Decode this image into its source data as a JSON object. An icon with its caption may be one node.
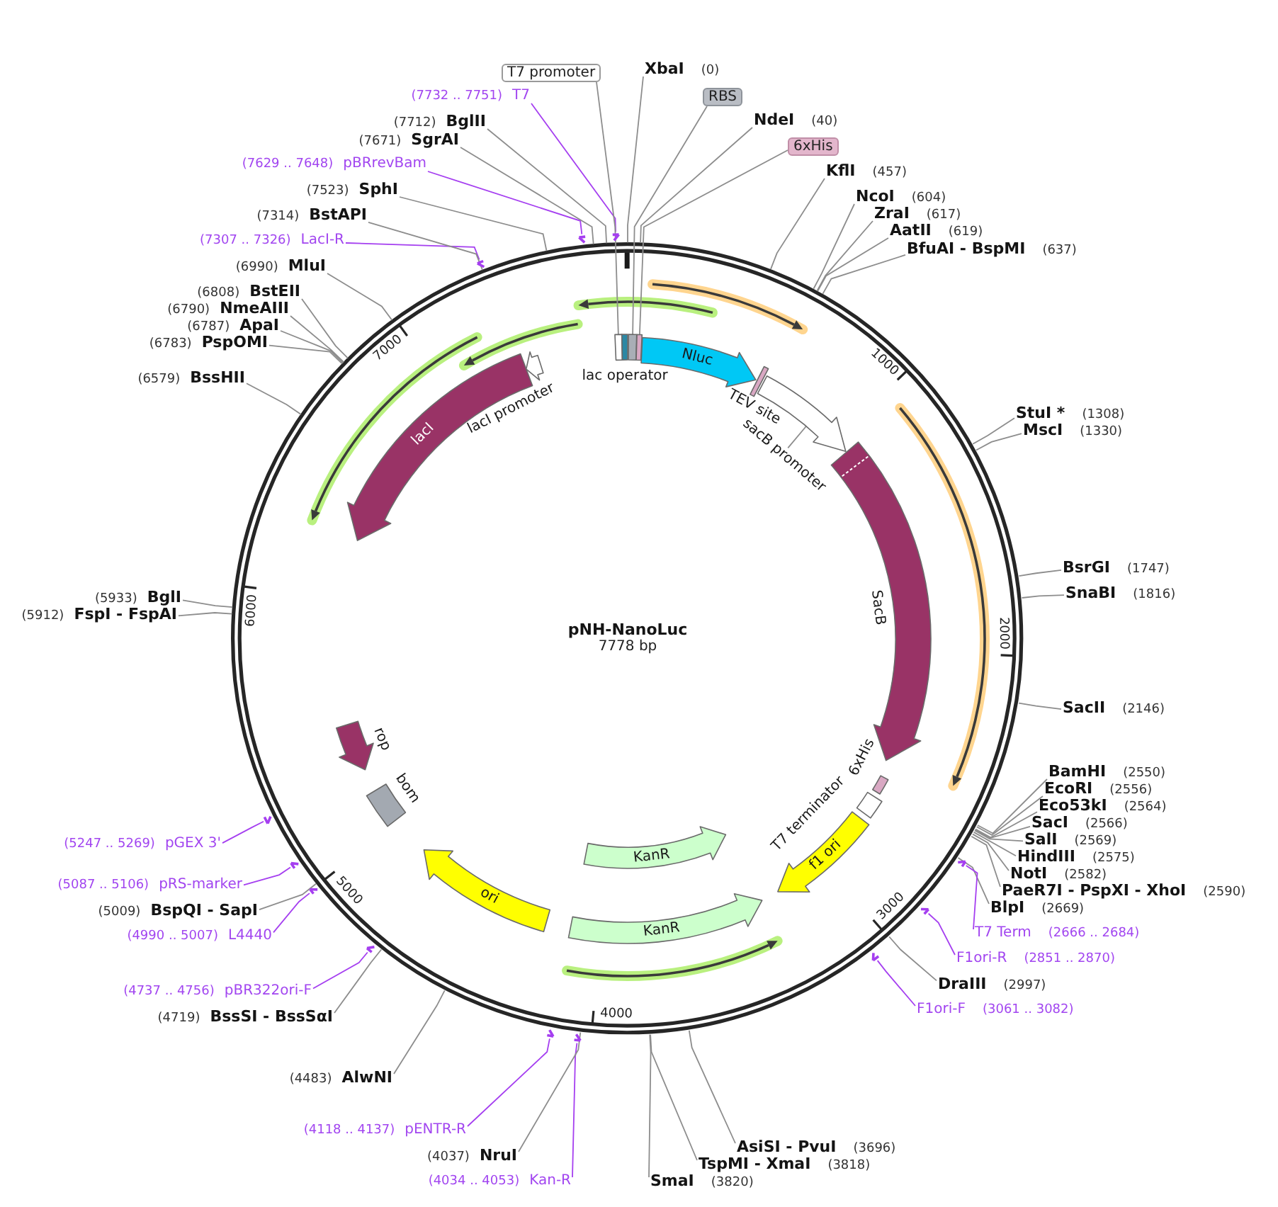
{
  "diagram": {
    "title": "pNH-NanoLuc",
    "nodes": [
      {
        "text": [
          "T7 promoter"
        ]
      },
      {
        "text": [
          "XbaI",
          "(0)"
        ]
      },
      {
        "text": [
          "RBS"
        ]
      },
      {
        "text": [
          "NdeI",
          "(40)"
        ]
      },
      {
        "text": [
          "6xHis"
        ]
      },
      {
        "text": [
          "KflI",
          "(457)"
        ]
      },
      {
        "text": [
          "NcoI",
          "(604)"
        ]
      },
      {
        "text": [
          "ZraI",
          "(617)"
        ]
      },
      {
        "text": [
          "AatII",
          "(619)"
        ]
      },
      {
        "text": [
          "BfuAI - BspMI",
          "(637)"
        ]
      },
      {
        "text": [
          "StuI *",
          "(1308)"
        ]
      },
      {
        "text": [
          "MscI",
          "(1330)"
        ]
      },
      {
        "text": [
          "BsrGI",
          "(1747)"
        ]
      },
      {
        "text": [
          "SnaBI",
          "(1816)"
        ]
      },
      {
        "text": [
          "SacII",
          "(2146)"
        ]
      },
      {
        "text": [
          "BamHI",
          "(2550)"
        ]
      },
      {
        "text": [
          "EcoRI",
          "(2556)"
        ]
      },
      {
        "text": [
          "Eco53kI",
          "(2564)"
        ]
      },
      {
        "text": [
          "SacI",
          "(2566)"
        ]
      },
      {
        "text": [
          "SalI",
          "(2569)"
        ]
      },
      {
        "text": [
          "HindIII",
          "(2575)"
        ]
      },
      {
        "text": [
          "NotI",
          "(2582)"
        ]
      },
      {
        "text": [
          "PaeR7I - PspXI - XhoI",
          "(2590)"
        ]
      },
      {
        "text": [
          "BlpI",
          "(2669)"
        ]
      },
      {
        "text": [
          "T7 Term",
          "(2666 .. 2684)"
        ]
      },
      {
        "text": [
          "F1ori-R",
          "(2851 .. 2870)"
        ]
      },
      {
        "text": [
          "DraIII",
          "(2997)"
        ]
      },
      {
        "text": [
          "F1ori-F",
          "(3061 .. 3082)"
        ]
      },
      {
        "text": [
          "AsiSI - PvuI",
          "(3696)"
        ]
      },
      {
        "text": [
          "TspMI - XmaI",
          "(3818)"
        ]
      },
      {
        "text": [
          "SmaI",
          "(3820)"
        ]
      },
      {
        "text": [
          "(4034 .. 4053)",
          "Kan-R"
        ]
      },
      {
        "text": [
          "(4037)",
          "NruI"
        ]
      },
      {
        "text": [
          "(4118 .. 4137)",
          "pENTR-R"
        ]
      },
      {
        "text": [
          "(4483)",
          "AlwNI"
        ]
      },
      {
        "text": [
          "(4719)",
          "BssSI - BssSαI"
        ]
      },
      {
        "text": [
          "(4737 .. 4756)",
          "pBR322ori-F"
        ]
      },
      {
        "text": [
          "(4990 .. 5007)",
          "L4440"
        ]
      },
      {
        "text": [
          "(5009)",
          "BspQI - SapI"
        ]
      },
      {
        "text": [
          "(5087 .. 5106)",
          "pRS-marker"
        ]
      },
      {
        "text": [
          "(5247 .. 5269)",
          "pGEX 3'"
        ]
      },
      {
        "text": [
          "(5912)",
          "FspI - FspAI"
        ]
      },
      {
        "text": [
          "(5933)",
          "BglI"
        ]
      },
      {
        "text": [
          "(6579)",
          "BssHII"
        ]
      },
      {
        "text": [
          "(6783)",
          "PspOMI"
        ]
      },
      {
        "text": [
          "(6787)",
          "ApaI"
        ]
      },
      {
        "text": [
          "(6790)",
          "NmeAIII"
        ]
      },
      {
        "text": [
          "(6808)",
          "BstEII"
        ]
      },
      {
        "text": [
          "(6990)",
          "MluI"
        ]
      },
      {
        "text": [
          "(7307 .. 7326)",
          "LacI-R"
        ]
      },
      {
        "text": [
          "(7314)",
          "BstAPI"
        ]
      },
      {
        "text": [
          "(7523)",
          "SphI"
        ]
      },
      {
        "text": [
          "(7629 .. 7648)",
          "pBRrevBam"
        ]
      },
      {
        "text": [
          "(7671)",
          "SgrAI"
        ]
      },
      {
        "text": [
          "(7712)",
          "BglII"
        ]
      },
      {
        "text": [
          "(7732 .. 7751)",
          "T7"
        ]
      },
      {
        "text": [],
        "shape": "circle"
      },
      {
        "text": [],
        "shape": "box",
        "in": 56
      },
      {
        "text": [
          "lac operator"
        ],
        "in": 56
      },
      {
        "text": [],
        "shape": "box",
        "in": 56
      },
      {
        "text": [],
        "shape": "box",
        "in": 56
      },
      {
        "text": [
          "Nluc"
        ],
        "in": 56
      },
      {
        "text": [
          "TEV site"
        ],
        "in": 56
      },
      {
        "text": [],
        "shape": "arrow",
        "in": 56
      },
      {
        "text": [
          "sacB promoter"
        ],
        "in": 56
      },
      {
        "text": [
          "SacB"
        ],
        "in": 56
      },
      {
        "text": [
          "6xHis"
        ],
        "in": 56
      },
      {
        "text": [
          "T7 terminator"
        ],
        "in": 56
      },
      {
        "text": [
          "f1 ori"
        ],
        "in": 56
      },
      {
        "text": [
          "KanR"
        ],
        "in": 56
      },
      {
        "text": [
          "KanR"
        ],
        "in": 56
      },
      {
        "text": [
          "ori"
        ],
        "in": 56
      },
      {
        "text": [
          "bom"
        ],
        "in": 56
      },
      {
        "text": [
          "rop"
        ],
        "in": 56
      },
      {
        "text": [
          "lacI"
        ],
        "in": 56
      },
      {
        "text": [
          "lacI promoter"
        ],
        "in": 56
      },
      {
        "text": [],
        "shape": "bar"
      },
      {
        "text": [],
        "shape": "bar"
      },
      {
        "text": [],
        "shape": "bar"
      },
      {
        "text": [],
        "shape": "bar"
      },
      {
        "text": [],
        "shape": "bar"
      },
      {
        "text": [],
        "shape": "bar"
      },
      {
        "text": [],
        "shape": "bar"
      },
      {
        "text": [],
        "shape": "bar"
      },
      {
        "text": [],
        "shape": "bar"
      },
      {
        "text": [],
        "shape": "bar"
      },
      {
        "text": [],
        "shape": "bar"
      },
      {
        "text": [],
        "shape": "bar"
      }
    ],
    "edges": [
      {
        "from": 1,
        "to": 56,
        "arrow": "none"
      },
      {
        "from": 3,
        "to": 56,
        "arrow": "none"
      },
      {
        "from": 5,
        "to": 56,
        "arrow": "none"
      },
      {
        "from": 6,
        "to": 56,
        "arrow": "none"
      },
      {
        "from": 7,
        "to": 56,
        "arrow": "none"
      },
      {
        "from": 8,
        "to": 56,
        "arrow": "none"
      },
      {
        "from": 9,
        "to": 56,
        "arrow": "none"
      },
      {
        "from": 10,
        "to": 56,
        "arrow": "none"
      },
      {
        "from": 11,
        "to": 56,
        "arrow": "none"
      },
      {
        "from": 12,
        "to": 56,
        "arrow": "none"
      },
      {
        "from": 13,
        "to": 56,
        "arrow": "none"
      },
      {
        "from": 14,
        "to": 56,
        "arrow": "none"
      },
      {
        "from": 15,
        "to": 56,
        "arrow": "none"
      },
      {
        "from": 16,
        "to": 56,
        "arrow": "none"
      },
      {
        "from": 17,
        "to": 56,
        "arrow": "none"
      },
      {
        "from": 18,
        "to": 56,
        "arrow": "none"
      },
      {
        "from": 19,
        "to": 56,
        "arrow": "none"
      },
      {
        "from": 20,
        "to": 56,
        "arrow": "none"
      },
      {
        "from": 21,
        "to": 56,
        "arrow": "none"
      },
      {
        "from": 22,
        "to": 56,
        "arrow": "none"
      },
      {
        "from": 23,
        "to": 56,
        "arrow": "none"
      },
      {
        "from": 24,
        "to": 76,
        "arrow": "none",
        "color": "#a53ff0"
      },
      {
        "from": 25,
        "to": 77,
        "arrow": "none",
        "color": "#a53ff0"
      },
      {
        "from": 26,
        "to": 56,
        "arrow": "none"
      },
      {
        "from": 27,
        "to": 78,
        "arrow": "none",
        "color": "#a53ff0"
      },
      {
        "from": 28,
        "to": 56,
        "arrow": "none"
      },
      {
        "from": 29,
        "to": 56,
        "arrow": "none"
      },
      {
        "from": 30,
        "to": 56,
        "arrow": "none"
      },
      {
        "from": 31,
        "to": 79,
        "arrow": "none",
        "color": "#a53ff0"
      },
      {
        "from": 32,
        "to": 56,
        "arrow": "none"
      },
      {
        "from": 33,
        "to": 80,
        "arrow": "none",
        "color": "#a53ff0"
      },
      {
        "from": 34,
        "to": 56,
        "arrow": "none"
      },
      {
        "from": 35,
        "to": 56,
        "arrow": "none"
      },
      {
        "from": 36,
        "to": 81,
        "arrow": "none",
        "color": "#a53ff0"
      },
      {
        "from": 37,
        "to": 82,
        "arrow": "none",
        "color": "#a53ff0"
      },
      {
        "from": 38,
        "to": 56,
        "arrow": "none"
      },
      {
        "from": 39,
        "to": 83,
        "arrow": "none",
        "color": "#a53ff0"
      },
      {
        "from": 40,
        "to": 84,
        "arrow": "none",
        "color": "#a53ff0"
      },
      {
        "from": 41,
        "to": 56,
        "arrow": "none"
      },
      {
        "from": 42,
        "to": 56,
        "arrow": "none"
      },
      {
        "from": 43,
        "to": 56,
        "arrow": "none"
      },
      {
        "from": 44,
        "to": 56,
        "arrow": "none"
      },
      {
        "from": 45,
        "to": 56,
        "arrow": "none"
      },
      {
        "from": 46,
        "to": 56,
        "arrow": "none"
      },
      {
        "from": 47,
        "to": 56,
        "arrow": "none"
      },
      {
        "from": 48,
        "to": 56,
        "arrow": "none"
      },
      {
        "from": 49,
        "to": 85,
        "arrow": "none",
        "color": "#a53ff0"
      },
      {
        "from": 50,
        "to": 56,
        "arrow": "none"
      },
      {
        "from": 51,
        "to": 56,
        "arrow": "none"
      },
      {
        "from": 52,
        "to": 86,
        "arrow": "none",
        "color": "#a53ff0"
      },
      {
        "from": 53,
        "to": 56,
        "arrow": "none"
      },
      {
        "from": 54,
        "to": 56,
        "arrow": "none"
      },
      {
        "from": 55,
        "to": 87,
        "arrow": "none",
        "color": "#a53ff0"
      },
      {
        "from": 0,
        "to": 57,
        "arrow": "none"
      },
      {
        "from": 2,
        "to": 59,
        "arrow": "none"
      },
      {
        "from": 4,
        "to": 60,
        "arrow": "none"
      },
      {
        "from": 64,
        "to": 63,
        "arrow": "none"
      }
    ],
    "labels": [
      "1000",
      "2000",
      "3000",
      "4000",
      "5000",
      "6000",
      "7000",
      "7778 bp"
    ]
  }
}
